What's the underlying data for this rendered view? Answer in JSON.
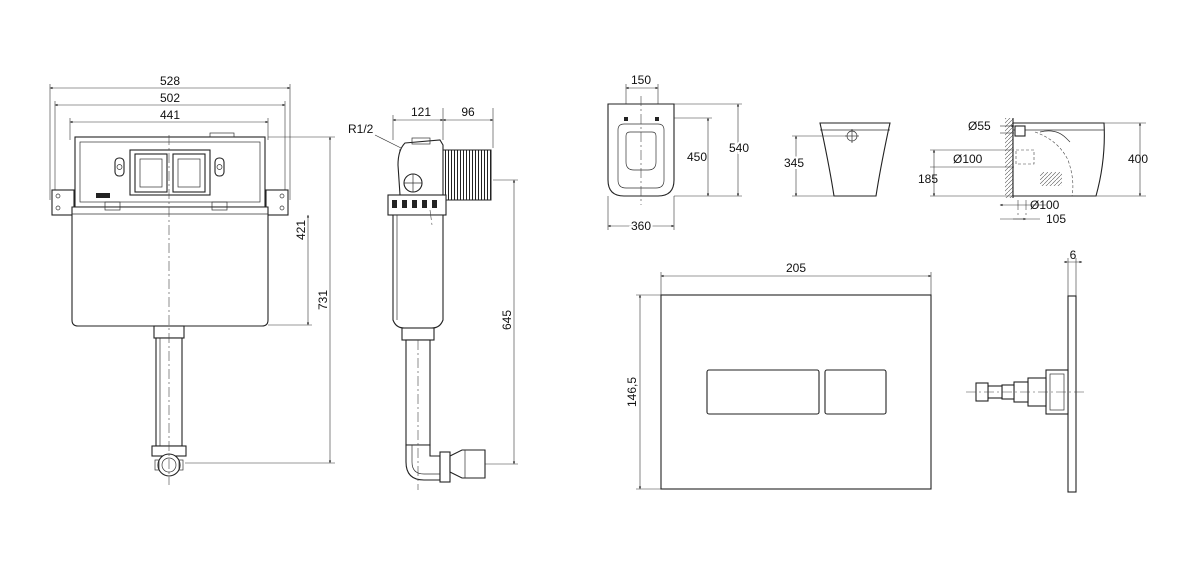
{
  "cistern_front": {
    "dim_total_width": "528",
    "dim_bracket_width": "502",
    "dim_body_width": "441",
    "dim_body_height": "421",
    "dim_total_height": "731"
  },
  "cistern_side": {
    "dim_thread": "R1/2",
    "dim_depth": "121",
    "dim_frame_depth": "96",
    "dim_outlet_height": "645"
  },
  "wc_top": {
    "dim_hole_spacing": "150",
    "dim_inner_length": "450",
    "dim_length": "540",
    "dim_width": "360"
  },
  "wc_front": {
    "dim_height": "345"
  },
  "wc_side": {
    "dim_inlet_dia": "Ø55",
    "dim_spigot_dia": "Ø100",
    "dim_spigot_height": "185",
    "dim_height": "400",
    "dim_outlet_dia": "Ø100",
    "dim_outlet_offset": "105"
  },
  "flush_plate": {
    "dim_width": "205",
    "dim_height": "146,5",
    "dim_depth": "6"
  }
}
